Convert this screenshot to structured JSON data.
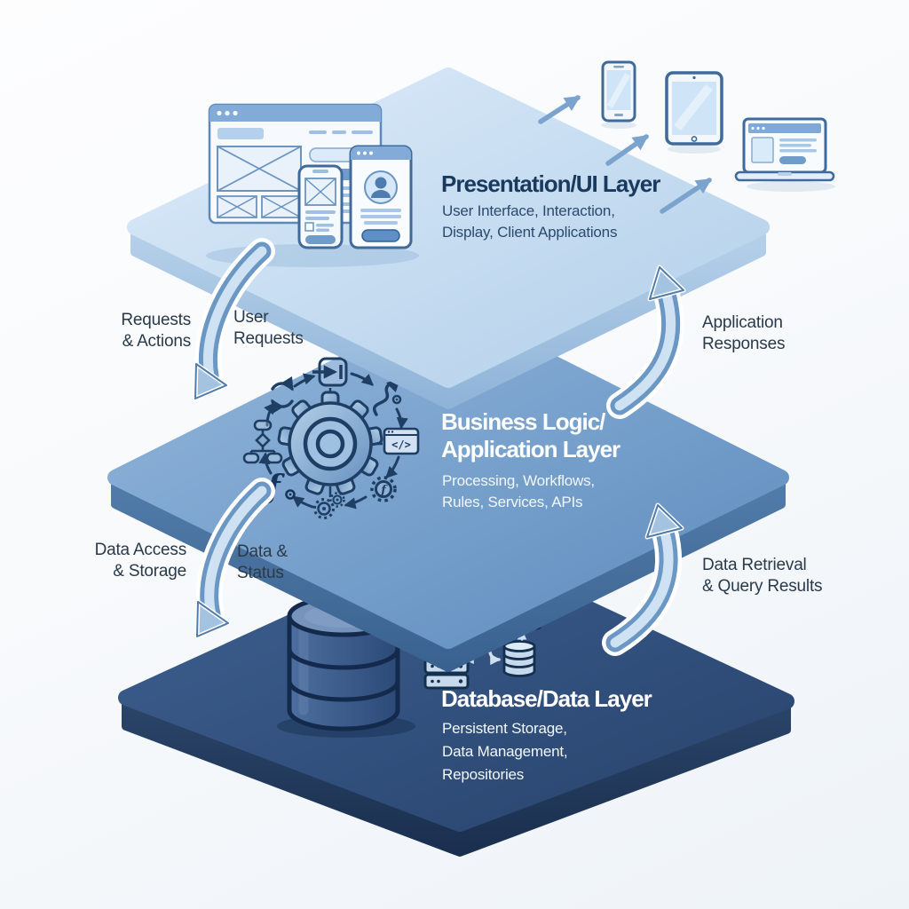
{
  "diagram": {
    "layers": [
      {
        "id": "presentation",
        "title_lines": [
          "Presentation/UI Layer"
        ],
        "subtitle_lines": [
          "User Interface, Interaction,",
          "Display, Client Applications"
        ]
      },
      {
        "id": "business",
        "title_lines": [
          "Business Logic/",
          "Application Layer"
        ],
        "subtitle_lines": [
          "Processing, Workflows,",
          "Rules, Services, APIs"
        ]
      },
      {
        "id": "database",
        "title_lines": [
          "Database/Data Layer"
        ],
        "subtitle_lines": [
          "Persistent Storage,",
          "Data Management,",
          "Repositories"
        ]
      }
    ],
    "flow_labels": {
      "requests_actions": {
        "lines": [
          "Requests",
          "& Actions"
        ]
      },
      "user_requests": {
        "lines": [
          "User",
          "Requests"
        ]
      },
      "application_responses": {
        "lines": [
          "Application",
          "Responses"
        ]
      },
      "data_access_storage": {
        "lines": [
          "Data Access",
          "& Storage"
        ]
      },
      "data_status": {
        "lines": [
          "Data &",
          "Status"
        ]
      },
      "data_retrieval": {
        "lines": [
          "Data Retrieval",
          "& Query Results"
        ]
      }
    },
    "icon_glyphs": {
      "code_window": "</>",
      "function_symbol": "ƒ"
    },
    "colors": {
      "top_face": "#c9def2",
      "top_side": "#a3c3e1",
      "mid_face": "#6f9cc9",
      "mid_side": "#47719e",
      "bottom_face": "#2f4f7e",
      "bottom_side": "#223a5e",
      "arrow": "#6b97c4",
      "title_dark": "#19395e",
      "title_light": "#ffffff",
      "label": "#2a3a4a"
    }
  }
}
